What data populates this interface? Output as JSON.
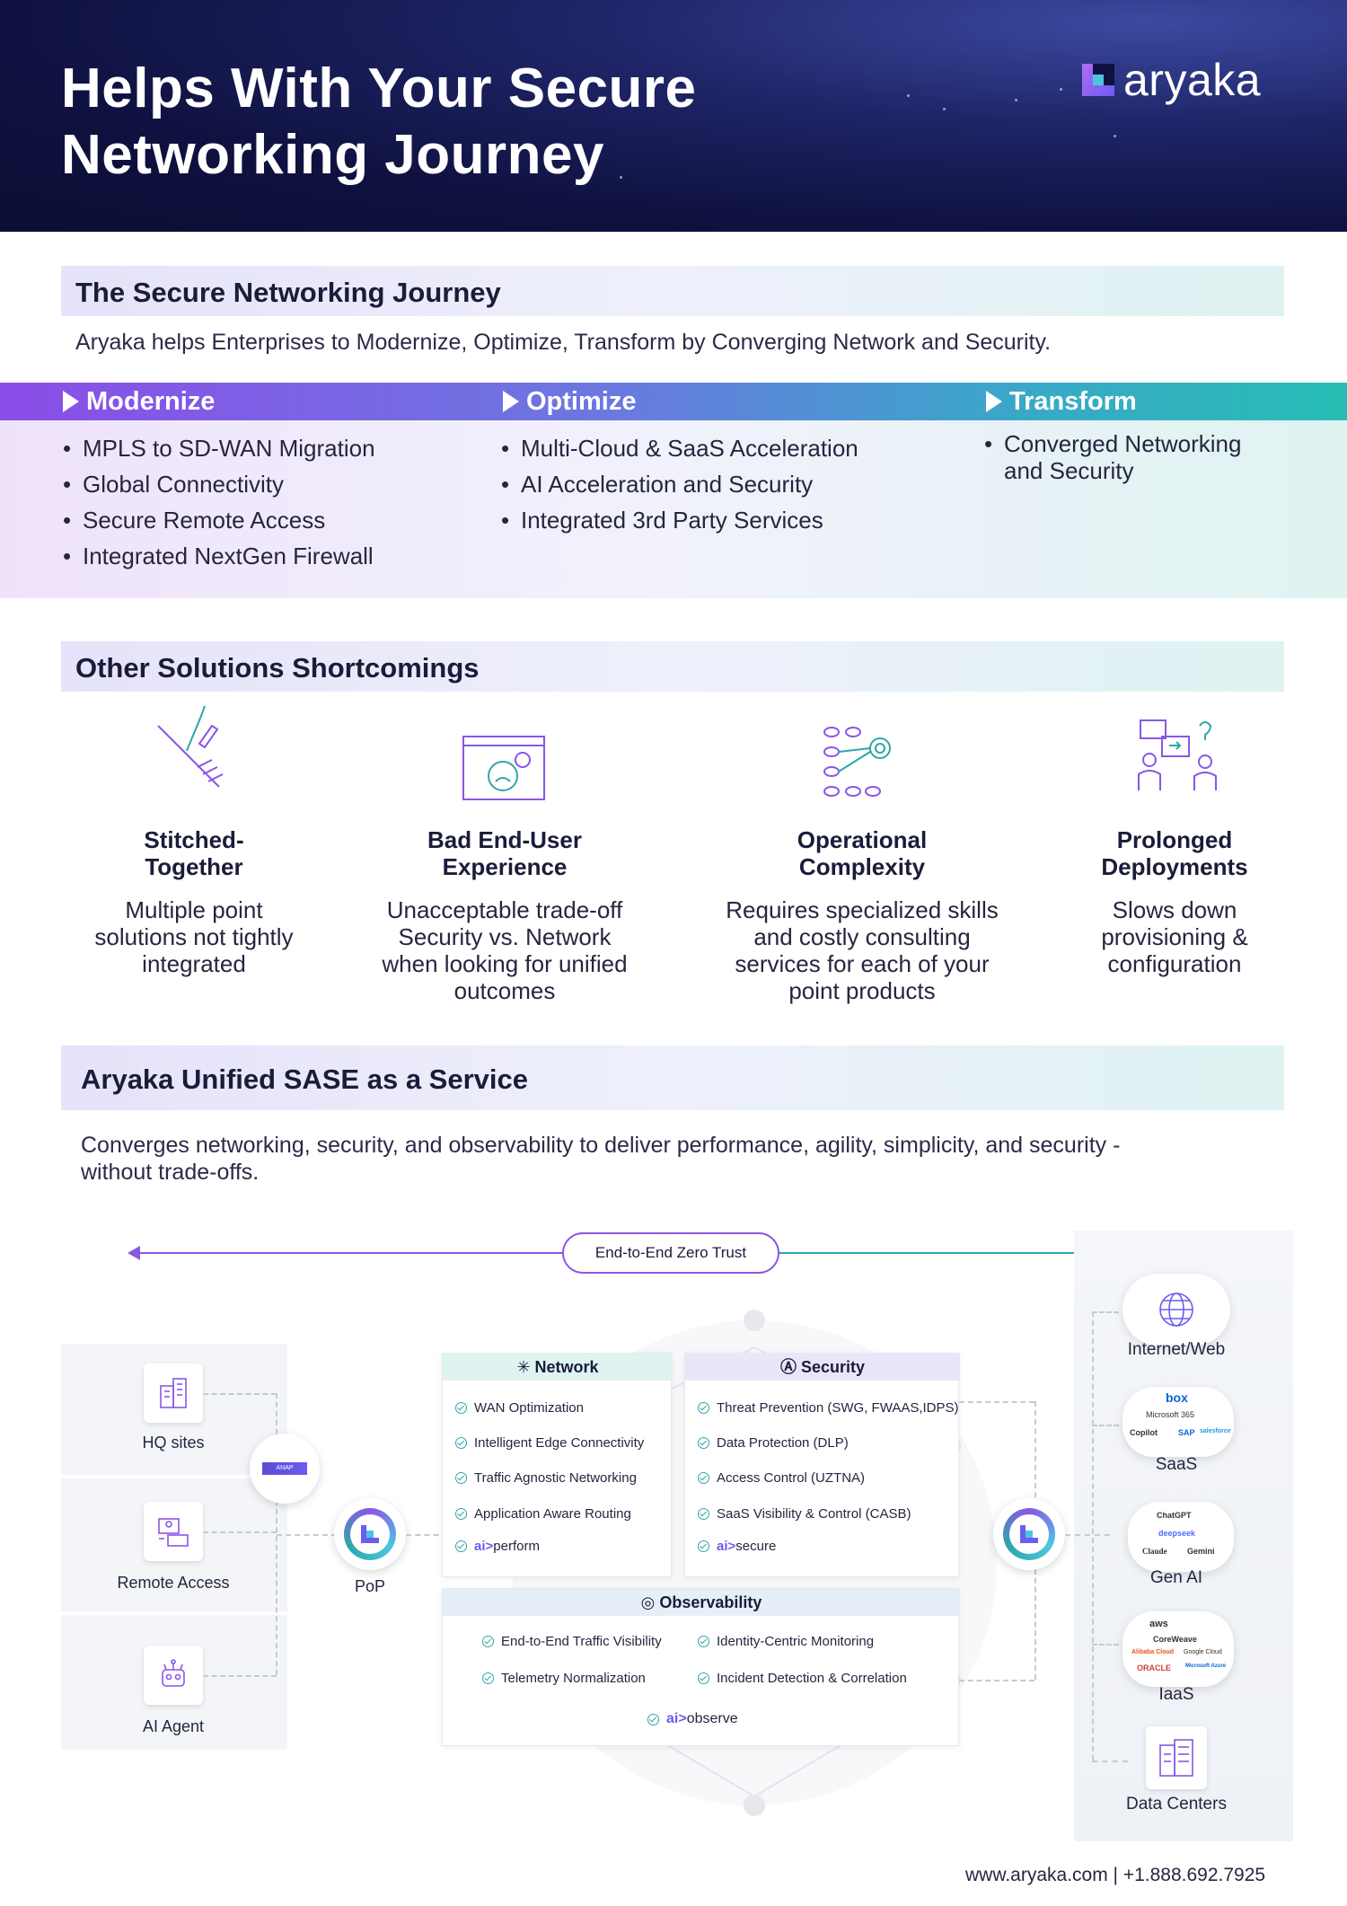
{
  "header": {
    "title_line1": "Helps With Your Secure",
    "title_line2": "Networking Journey",
    "logo_text": "aryaka"
  },
  "journey": {
    "heading": "The Secure Networking Journey",
    "lead": "Aryaka helps Enterprises to Modernize, Optimize, Transform by Converging Network and Security.",
    "stages": [
      {
        "label": "Modernize",
        "items": [
          "MPLS to SD-WAN Migration",
          "Global Connectivity",
          "Secure Remote Access",
          "Integrated NextGen Firewall"
        ]
      },
      {
        "label": "Optimize",
        "items": [
          "Multi-Cloud & SaaS Acceleration",
          "AI Acceleration and Security",
          "Integrated 3rd Party Services"
        ]
      },
      {
        "label": "Transform",
        "items": [
          "Converged Networking and Security"
        ]
      }
    ]
  },
  "shortcomings": {
    "heading": "Other Solutions Shortcomings",
    "items": [
      {
        "title1": "Stitched-",
        "title2": "Together",
        "desc": [
          "Multiple point",
          "solutions not tightly",
          "integrated"
        ]
      },
      {
        "title1": "Bad End-User",
        "title2": "Experience",
        "desc": [
          "Unacceptable trade-off",
          "Security vs. Network",
          "when looking for unified",
          "outcomes"
        ]
      },
      {
        "title1": "Operational",
        "title2": "Complexity",
        "desc": [
          "Requires specialized skills",
          "and costly consulting",
          "services for each of your",
          "point products"
        ]
      },
      {
        "title1": "Prolonged",
        "title2": "Deployments",
        "desc": [
          "Slows down",
          "provisioning &",
          "configuration"
        ]
      }
    ]
  },
  "sase": {
    "heading": "Aryaka Unified SASE as a Service",
    "lead_line1": "Converges networking, security, and observability to deliver performance, agility, simplicity, and security -",
    "lead_line2": "without trade-offs.",
    "zero_trust": "End-to-End Zero Trust",
    "sources": [
      "HQ sites",
      "Remote Access",
      "AI Agent"
    ],
    "anap": "ANAP",
    "pop": "PoP",
    "network": {
      "heading": "Network",
      "features": [
        "WAN Optimization",
        "Intelligent Edge Connectivity",
        "Traffic Agnostic Networking",
        "Application Aware Routing"
      ],
      "ai_prefix": "ai>",
      "ai_suffix": "perform"
    },
    "security": {
      "heading": "Security",
      "features": [
        "Threat Prevention (SWG, FWAAS,IDPS)",
        "Data Protection (DLP)",
        "Access Control (UZTNA)",
        "SaaS Visibility & Control (CASB)"
      ],
      "ai_prefix": "ai>",
      "ai_suffix": "secure"
    },
    "observability": {
      "heading": "Observability",
      "features": [
        "End-to-End Traffic Visibility",
        "Identity-Centric Monitoring",
        "Telemetry Normalization",
        "Incident Detection & Correlation"
      ],
      "ai_prefix": "ai>",
      "ai_suffix": "observe"
    },
    "destinations": [
      "Internet/Web",
      "SaaS",
      "Gen AI",
      "IaaS",
      "Data Centers"
    ],
    "saas_logos": [
      "box",
      "Microsoft 365",
      "Copilot",
      "SAP",
      "salesforce"
    ],
    "genai_logos": [
      "ChatGPT",
      "deepseek",
      "Claude",
      "Gemini"
    ],
    "iaas_logos": [
      "aws",
      "CoreWeave",
      "Alibaba Cloud",
      "Google Cloud",
      "ORACLE",
      "Microsoft Azure"
    ]
  },
  "footer": {
    "contact": "www.aryaka.com | +1.888.692.7925"
  },
  "colors": {
    "navy": "#0f1240",
    "purple": "#8a56e6",
    "teal": "#2fa6a8",
    "cyan": "#4cc6e0"
  }
}
